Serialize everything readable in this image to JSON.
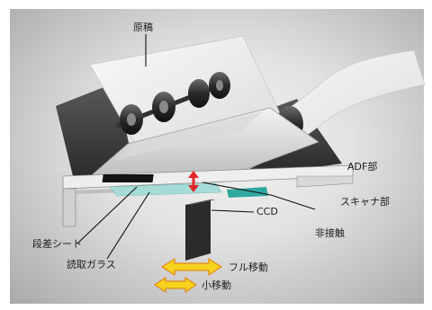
{
  "labels": {
    "original": "原稿",
    "adf": "ADF部",
    "scanner": "スキャナ部",
    "ccd": "CCD",
    "non_contact": "非接触",
    "step_sheet": "段差シート",
    "reading_glass": "読取ガラス",
    "full_move": "フル移動",
    "small_move": "小移動"
  },
  "colors": {
    "gap_arrow": "#e3252b",
    "movement_arrow_fill": "#f6d31e",
    "movement_arrow_outline": "#e08a1a",
    "reading_glass": "#a6dcd8",
    "sensor": "#2fa89f"
  }
}
